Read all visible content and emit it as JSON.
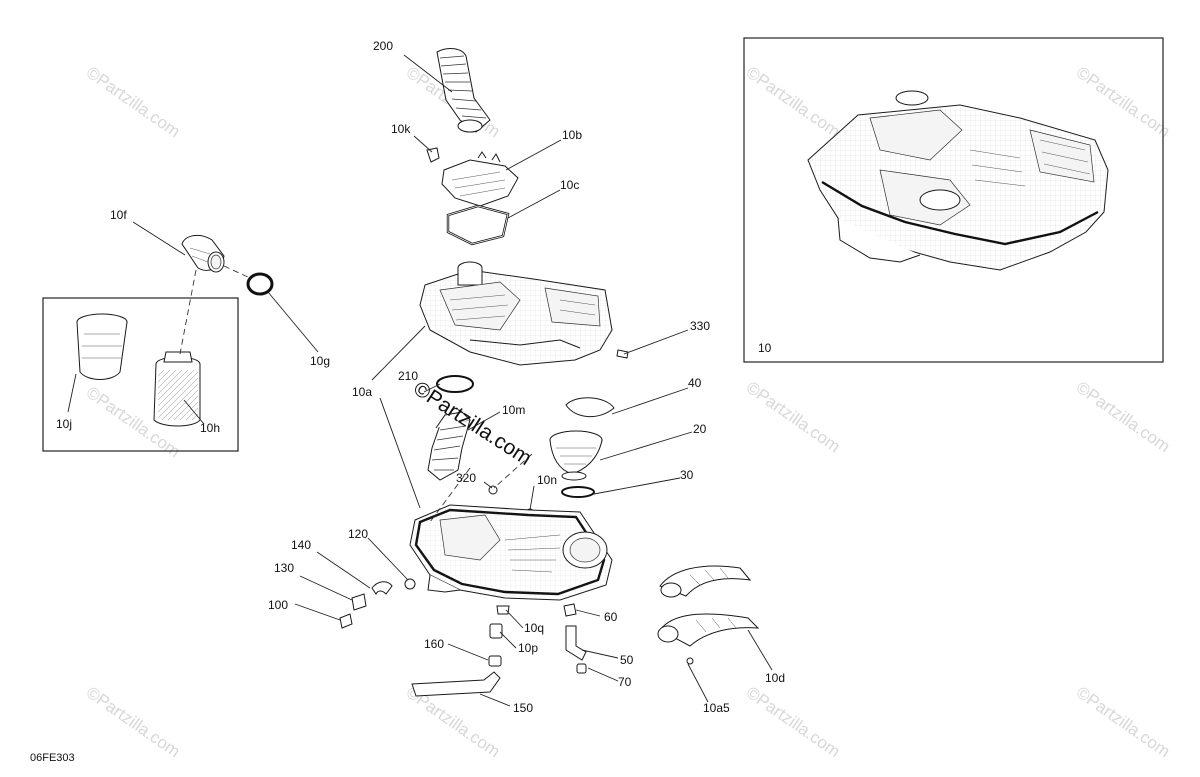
{
  "watermark": "©Partzilla.com",
  "diagram_code": "06FE303",
  "inset_label": "10",
  "callouts": {
    "c200": "200",
    "c10k": "10k",
    "c10b": "10b",
    "c10c": "10c",
    "c10f": "10f",
    "c10g": "10g",
    "c10j": "10j",
    "c10h": "10h",
    "c330": "330",
    "c10a": "10a",
    "c210": "210",
    "c10m": "10m",
    "c40": "40",
    "c20": "20",
    "c30": "30",
    "c320": "320",
    "c10n": "10n",
    "c140": "140",
    "c120": "120",
    "c130": "130",
    "c100": "100",
    "c60": "60",
    "c10q": "10q",
    "c10p": "10p",
    "c160": "160",
    "c50": "50",
    "c70": "70",
    "c150": "150",
    "c10a5": "10a5",
    "c10d": "10d"
  }
}
